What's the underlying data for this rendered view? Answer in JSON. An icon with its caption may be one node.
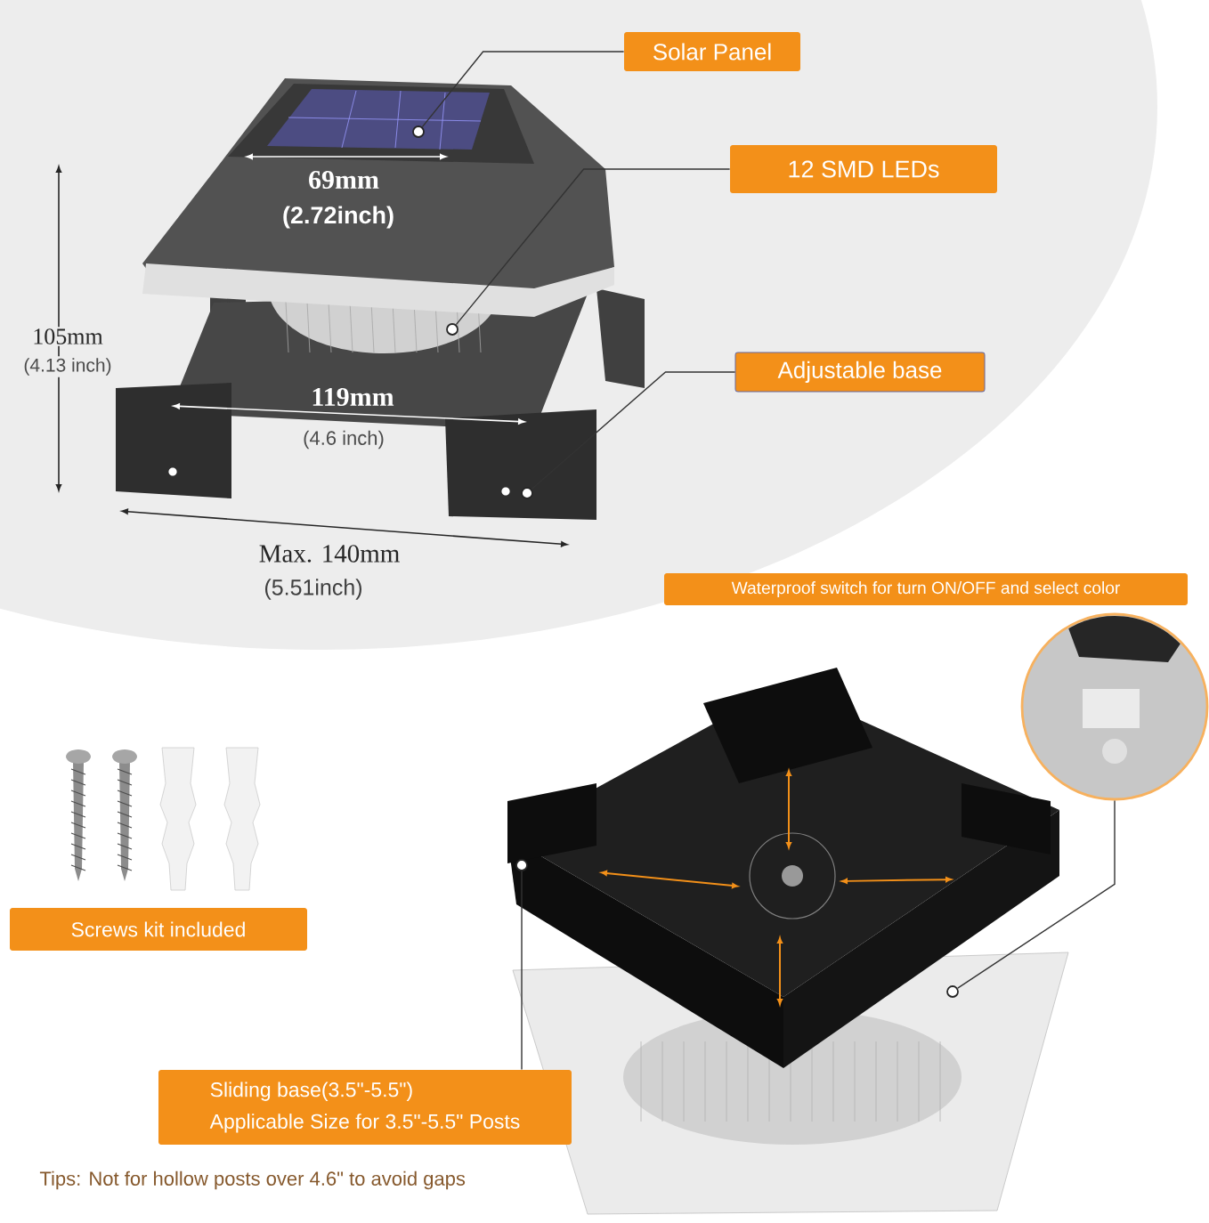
{
  "diagram": {
    "nodes": [
      {
        "text": [
          "Solar Panel"
        ]
      },
      {
        "text": [
          "12 SMD LEDs"
        ]
      },
      {
        "text": [
          "Adjustable base"
        ]
      },
      {
        "text": [
          "Waterproof switch for turn ON/OFF and select color"
        ]
      },
      {
        "text": [
          "Screws kit included"
        ]
      },
      {
        "text": [
          "Sliding base(3.5\"-5.5\")",
          "Applicable Size for 3.5\"-5.5\" Posts"
        ]
      },
      {
        "text": [],
        "shape": "circle"
      },
      {
        "text": [],
        "shape": "circle"
      },
      {
        "text": [],
        "shape": "circle"
      },
      {
        "text": [],
        "shape": "picture"
      },
      {
        "text": [],
        "shape": "circle"
      },
      {
        "text": [],
        "shape": "circle"
      }
    ],
    "edges": [
      {
        "from": 0,
        "to": 6,
        "arrow": "none"
      },
      {
        "from": 1,
        "to": 7,
        "arrow": "none"
      },
      {
        "from": 2,
        "to": 8,
        "arrow": "none"
      },
      {
        "from": 9,
        "to": 10,
        "arrow": "none"
      },
      {
        "from": 5,
        "to": 11,
        "arrow": "none"
      }
    ],
    "labels": [
      "69mm",
      "(2.72inch)",
      "105mm",
      "(4.13 inch)",
      "119mm",
      "(4.6 inch)",
      "Max. 140mm",
      "(5.51inch)",
      "Tips: Not for hollow posts over 4.6\" to avoid gaps"
    ]
  }
}
